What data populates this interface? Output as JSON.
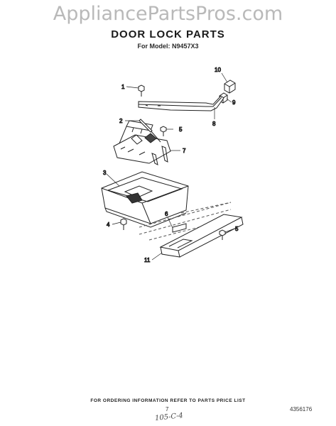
{
  "watermark": "AppliancePartsPros.com",
  "title": "DOOR LOCK PARTS",
  "model": "For Model: N9457X3",
  "callouts": [
    {
      "id": "c1",
      "label": "1"
    },
    {
      "id": "c2",
      "label": "2"
    },
    {
      "id": "c3",
      "label": "3"
    },
    {
      "id": "c4",
      "label": "4"
    },
    {
      "id": "c5a",
      "label": "5"
    },
    {
      "id": "c5b",
      "label": "5"
    },
    {
      "id": "c5c",
      "label": "5"
    },
    {
      "id": "c6",
      "label": "6"
    },
    {
      "id": "c7",
      "label": "7"
    },
    {
      "id": "c8",
      "label": "8"
    },
    {
      "id": "c9",
      "label": "9"
    },
    {
      "id": "c10",
      "label": "10"
    },
    {
      "id": "c11",
      "label": "11"
    }
  ],
  "footer": "FOR ORDERING INFORMATION REFER TO PARTS PRICE LIST",
  "page_number": "7",
  "part_number": "4356176",
  "handwritten_note": "105-C-4"
}
